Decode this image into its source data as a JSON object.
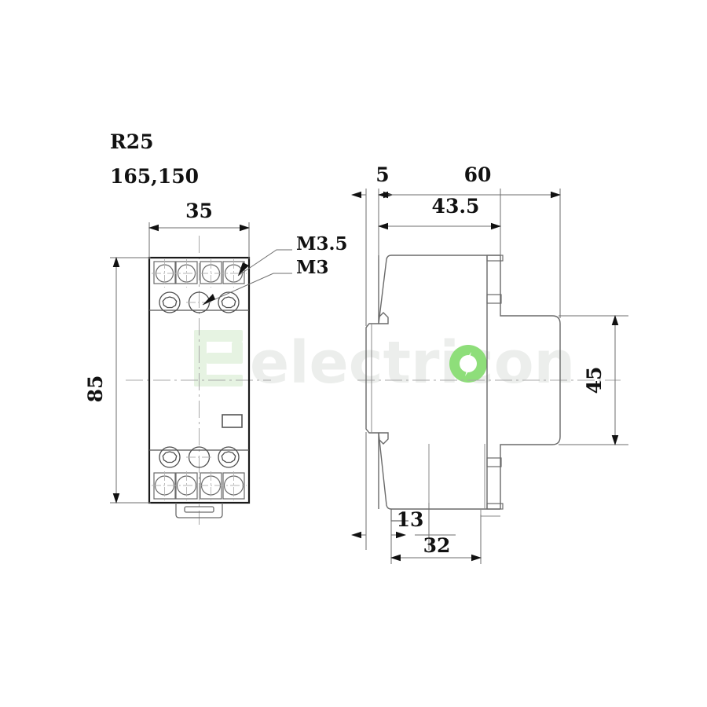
{
  "drawing": {
    "title": "R25",
    "subtitle": "165,150",
    "background_color": "#ffffff",
    "line_color": "#1a1a1a",
    "thin_line_color": "#707070",
    "center_line_color": "#9a9a9a"
  },
  "labels": {
    "thread_large": "M3.5",
    "thread_small": "M3"
  },
  "front_view": {
    "name": "front-view",
    "width_dim": "35",
    "height_dim": "85",
    "terminal_count_top": 4,
    "terminal_count_bottom": 4,
    "screw_count_top": 3,
    "screw_count_bottom": 3
  },
  "side_view": {
    "name": "side-view",
    "dims": {
      "clip_offset": "5",
      "total_depth": "60",
      "body_depth": "43.5",
      "protrusion_height": "45",
      "foot_offset": "13",
      "foot_width": "32"
    }
  },
  "watermark": {
    "text": "electricon",
    "text_color": "#eceeec",
    "logo_color": "#e4f2e0",
    "accent_color": "#8ede7a"
  },
  "dimension_values": {
    "d35": "35",
    "d85": "85",
    "d5": "5",
    "d60": "60",
    "d435": "43.5",
    "d45": "45",
    "d13": "13",
    "d32": "32"
  }
}
